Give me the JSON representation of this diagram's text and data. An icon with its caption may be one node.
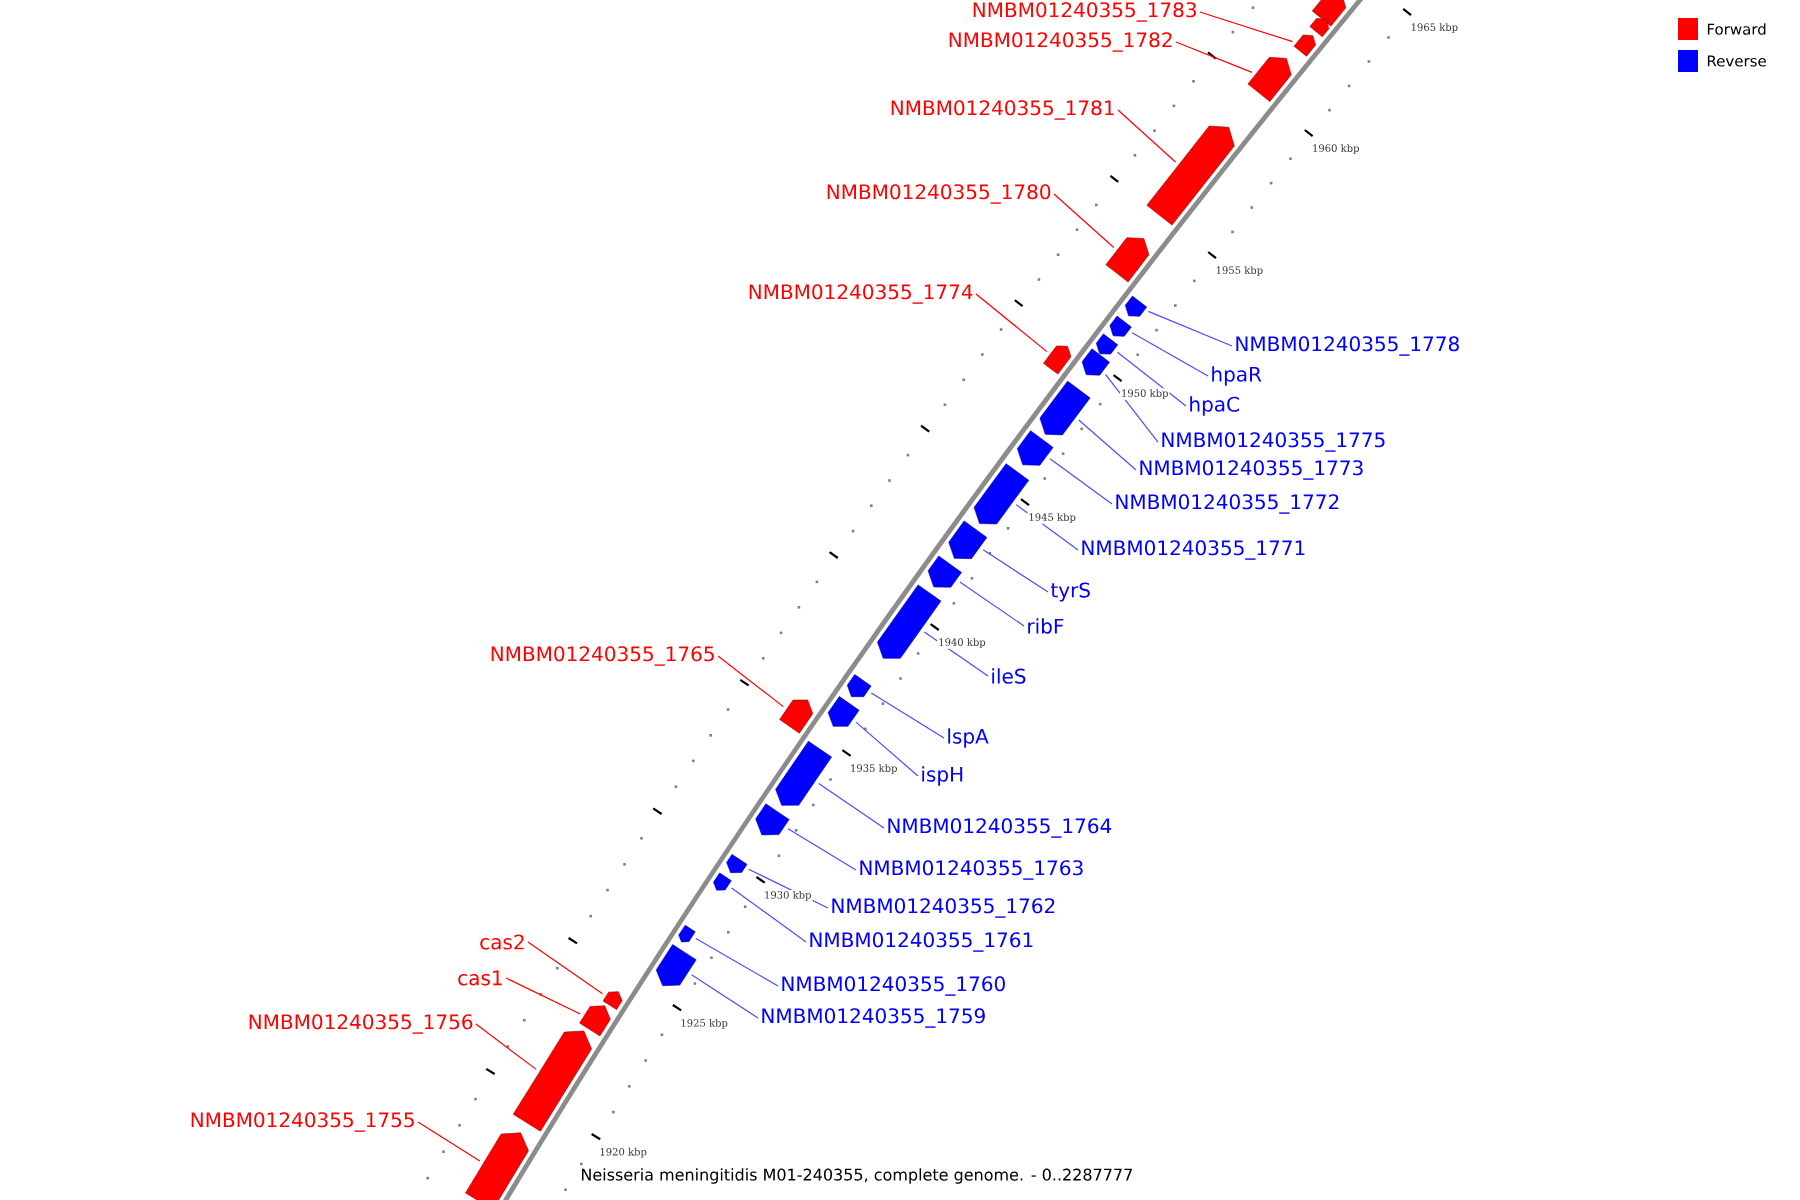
{
  "diagram": {
    "caption": "Neisseria meningitidis M01-240355, complete genome. - 0..2287777",
    "nodes": [
      {
        "text": [],
        "shape": "box"
      },
      {
        "text": [],
        "shape": "box"
      },
      {
        "text": [
          "NMBM01240355_1783"
        ]
      },
      {
        "text": [],
        "shape": "box"
      },
      {
        "text": [
          "NMBM01240355_1782"
        ]
      },
      {
        "text": [],
        "shape": "box"
      },
      {
        "text": [
          "NMBM01240355_1781"
        ]
      },
      {
        "text": [],
        "shape": "box"
      },
      {
        "text": [
          "NMBM01240355_1780"
        ]
      },
      {
        "text": [],
        "shape": "box"
      },
      {
        "text": [
          "NMBM01240355_1774"
        ]
      },
      {
        "text": [],
        "shape": "box"
      },
      {
        "text": [
          "NMBM01240355_1778"
        ]
      },
      {
        "text": [],
        "shape": "box"
      },
      {
        "text": [
          "hpaR"
        ]
      },
      {
        "text": [],
        "shape": "box"
      },
      {
        "text": [
          "hpaC"
        ]
      },
      {
        "text": [],
        "shape": "box"
      },
      {
        "text": [
          "NMBM01240355_1775"
        ]
      },
      {
        "text": [],
        "shape": "box"
      },
      {
        "text": [
          "NMBM01240355_1773"
        ]
      },
      {
        "text": [],
        "shape": "box"
      },
      {
        "text": [
          "NMBM01240355_1772"
        ]
      },
      {
        "text": [],
        "shape": "box"
      },
      {
        "text": [
          "NMBM01240355_1771"
        ]
      },
      {
        "text": [],
        "shape": "box"
      },
      {
        "text": [
          "tyrS"
        ]
      },
      {
        "text": [],
        "shape": "box"
      },
      {
        "text": [
          "ribF"
        ]
      },
      {
        "text": [],
        "shape": "box"
      },
      {
        "text": [
          "ileS"
        ]
      },
      {
        "text": [],
        "shape": "box"
      },
      {
        "text": [
          "NMBM01240355_1765"
        ]
      },
      {
        "text": [],
        "shape": "box"
      },
      {
        "text": [
          "lspA"
        ]
      },
      {
        "text": [],
        "shape": "box"
      },
      {
        "text": [
          "ispH"
        ]
      },
      {
        "text": [],
        "shape": "box"
      },
      {
        "text": [
          "NMBM01240355_1764"
        ]
      },
      {
        "text": [],
        "shape": "box"
      },
      {
        "text": [
          "NMBM01240355_1763"
        ]
      },
      {
        "text": [],
        "shape": "box"
      },
      {
        "text": [
          "NMBM01240355_1762"
        ]
      },
      {
        "text": [],
        "shape": "box"
      },
      {
        "text": [
          "NMBM01240355_1761"
        ]
      },
      {
        "text": [],
        "shape": "box"
      },
      {
        "text": [
          "NMBM01240355_1760"
        ]
      },
      {
        "text": [],
        "shape": "box"
      },
      {
        "text": [
          "NMBM01240355_1759"
        ]
      },
      {
        "text": [],
        "shape": "box"
      },
      {
        "text": [
          "cas2"
        ]
      },
      {
        "text": [],
        "shape": "box"
      },
      {
        "text": [
          "cas1"
        ]
      },
      {
        "text": [],
        "shape": "box"
      },
      {
        "text": [
          "NMBM01240355_1756"
        ]
      },
      {
        "text": [],
        "shape": "box"
      },
      {
        "text": [
          "NMBM01240355_1755"
        ]
      },
      {
        "text": [],
        "shape": "box"
      }
    ],
    "edges": [
      {
        "from": 2,
        "to": 3,
        "arrow": "none",
        "color": "#ff0000"
      },
      {
        "from": 4,
        "to": 5,
        "arrow": "none",
        "color": "#ff0000"
      },
      {
        "from": 6,
        "to": 7,
        "arrow": "none",
        "color": "#ff0000"
      },
      {
        "from": 8,
        "to": 9,
        "arrow": "none",
        "color": "#ff0000"
      },
      {
        "from": 10,
        "to": 11,
        "arrow": "none",
        "color": "#ff0000"
      },
      {
        "from": 12,
        "to": 13,
        "arrow": "none"
      },
      {
        "from": 14,
        "to": 15,
        "arrow": "none"
      },
      {
        "from": 16,
        "to": 17,
        "arrow": "none"
      },
      {
        "from": 18,
        "to": 19,
        "arrow": "none"
      },
      {
        "from": 20,
        "to": 21,
        "arrow": "none"
      },
      {
        "from": 22,
        "to": 23,
        "arrow": "none"
      },
      {
        "from": 24,
        "to": 25,
        "arrow": "none"
      },
      {
        "from": 26,
        "to": 27,
        "arrow": "none"
      },
      {
        "from": 28,
        "to": 29,
        "arrow": "none"
      },
      {
        "from": 30,
        "to": 31,
        "arrow": "none"
      },
      {
        "from": 32,
        "to": 33,
        "arrow": "none",
        "color": "#ff0000"
      },
      {
        "from": 34,
        "to": 35,
        "arrow": "none"
      },
      {
        "from": 36,
        "to": 37,
        "arrow": "none"
      },
      {
        "from": 38,
        "to": 39,
        "arrow": "none"
      },
      {
        "from": 40,
        "to": 41,
        "arrow": "none"
      },
      {
        "from": 42,
        "to": 43,
        "arrow": "none"
      },
      {
        "from": 44,
        "to": 45,
        "arrow": "none"
      },
      {
        "from": 46,
        "to": 47,
        "arrow": "none"
      },
      {
        "from": 48,
        "to": 49,
        "arrow": "none"
      },
      {
        "from": 50,
        "to": 51,
        "arrow": "none",
        "color": "#ff0000"
      },
      {
        "from": 52,
        "to": 53,
        "arrow": "none",
        "color": "#ff0000"
      },
      {
        "from": 54,
        "to": 55,
        "arrow": "none",
        "color": "#ff0000"
      },
      {
        "from": 56,
        "to": 57,
        "arrow": "none",
        "color": "#ff0000"
      }
    ],
    "labels": [
      "1965 kbp",
      "1960 kbp",
      "1955 kbp",
      "1950 kbp",
      "1945 kbp",
      "1940 kbp",
      "1935 kbp",
      "1930 kbp",
      "1925 kbp",
      "1920 kbp"
    ],
    "legend": [
      {
        "text": "Forward",
        "color": "#ff0000"
      },
      {
        "text": "Reverse",
        "color": "#0000ff"
      }
    ]
  }
}
